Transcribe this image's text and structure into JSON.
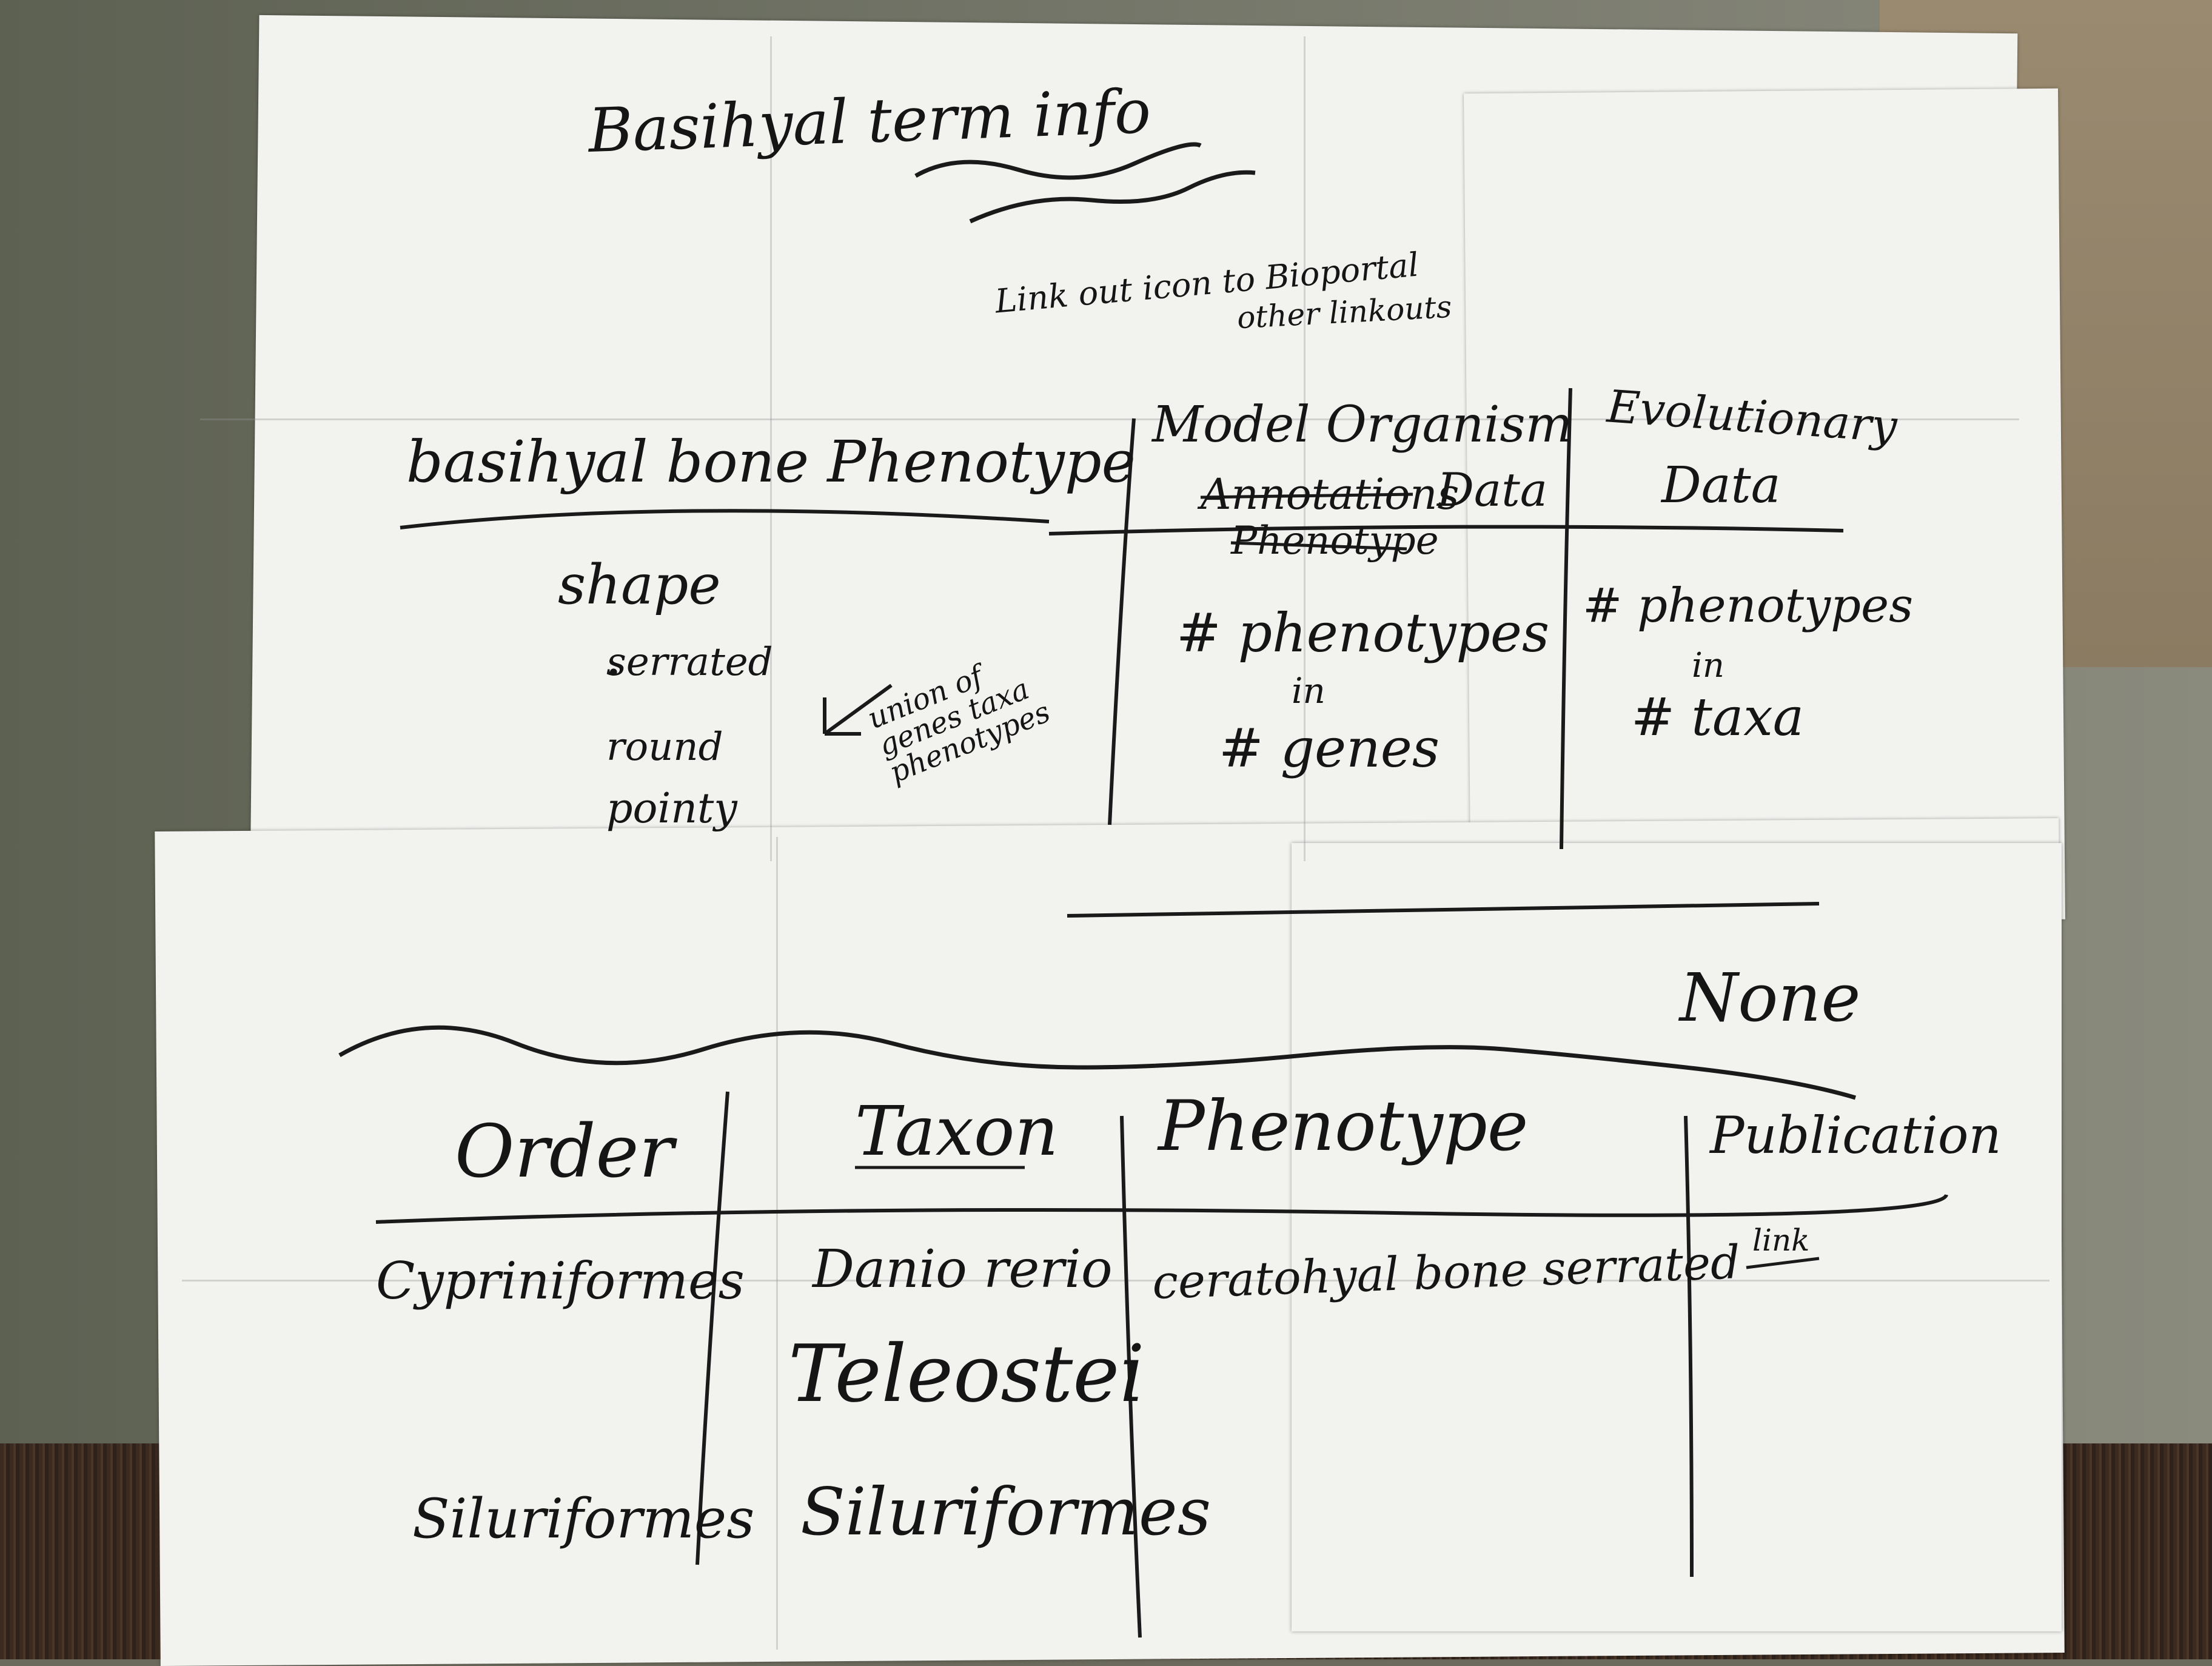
{
  "sketch": {
    "title": "Basihyal term info",
    "linkout_note_line1": "Link out icon to Bioportal",
    "linkout_note_line2": "other linkouts",
    "panel_phenotype": {
      "heading": "basihyal bone Phenotype",
      "subheading": "shape",
      "items": [
        "serrated",
        "round",
        "pointy"
      ],
      "note": "union of genes taxa phenotypes"
    },
    "panel_model": {
      "heading_line1": "Model Organism",
      "heading_line2_crossed": "Annotations",
      "heading_line2": "Data",
      "sub_crossed": "Phenotype",
      "stat_line1": "# phenotypes",
      "stat_line2": "in",
      "stat_line3": "# genes"
    },
    "panel_evolution": {
      "heading_line1": "Evolutionary",
      "heading_line2": "Data",
      "stat_line1": "# phenotypes",
      "stat_line2": "in",
      "stat_line3": "# taxa"
    },
    "none_label": "None",
    "table": {
      "headers": [
        "Order",
        "Taxon",
        "Phenotype",
        "Publication"
      ],
      "rows": [
        {
          "order": "Cypriniformes",
          "taxon": "Danio rerio",
          "phenotype": "ceratohyal bone serrated",
          "publication": "link"
        },
        {
          "order": "",
          "taxon": "Teleostei",
          "phenotype": "",
          "publication": ""
        },
        {
          "order": "Siluriformes",
          "taxon": "Siluriformes",
          "phenotype": "",
          "publication": ""
        }
      ]
    }
  }
}
